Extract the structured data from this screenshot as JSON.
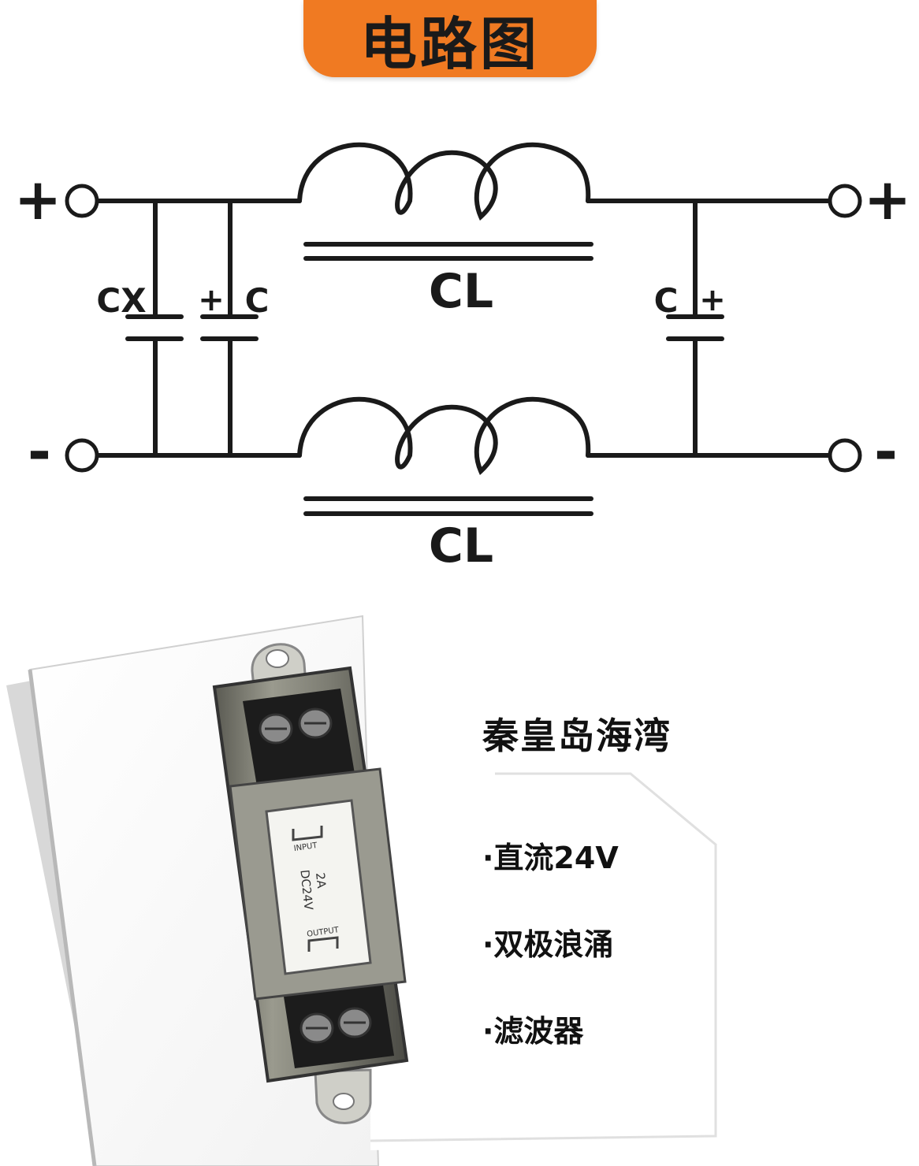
{
  "title": "电路图",
  "circuit": {
    "terminal_plus": "+",
    "terminal_minus": "-",
    "cx_label": "CX",
    "c_label": "C",
    "polarity_plus": "+",
    "inductor_label": "CL"
  },
  "product": {
    "brand": "秦皇岛海湾",
    "features": [
      "·直流24V",
      "·双极浪涌",
      "·滤波器"
    ],
    "device_labels": {
      "input": "INPUT",
      "rating_current": "2A",
      "rating_voltage": "DC24V",
      "output": "OUTPUT"
    }
  },
  "colors": {
    "accent": "#f07a22",
    "line": "#1a1a1a"
  }
}
